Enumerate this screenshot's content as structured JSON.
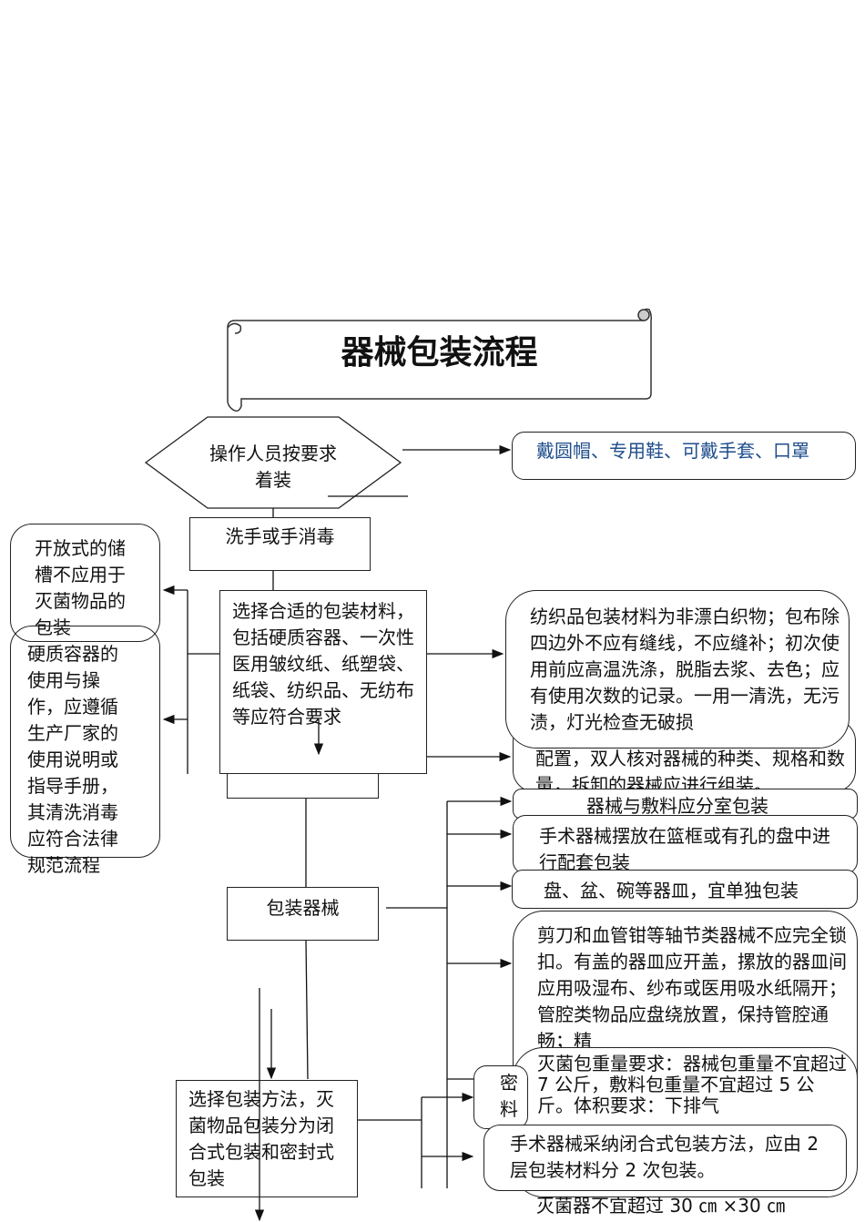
{
  "title": "器械包装流程",
  "steps": {
    "dress": "操作人员按要求着装",
    "wash": "洗手或手消毒",
    "materials": "选择合适的包装材料，包括硬质容器、一次性医用皱纹纸、纸塑袋、纸袋、纺织品、无纺布等应符合要求",
    "pack": "包装器械",
    "method": "选择包装方法，灭菌物品包装分为闭合式包装和密封式包装"
  },
  "notes": {
    "dress_items": "戴圆帽、专用鞋、可戴手套、口罩",
    "open_tank": "开放式的储槽不应用于灭菌物品的包装",
    "hard_container": "硬质容器的使用与操作，应遵循生产厂家的使用说明或指导手册，其清洗消毒应符合法律规范流程",
    "textile": "纺织品包装材料为非漂白织物；包布除四边外不应有缝线，不应缝补；初次使用前应高温洗涤，脱脂去浆、去色；应有使用次数的记录。一用一清洗，无污渍，灯光检查无破损",
    "config": "配置，双人核对器械的种类、规格和数量，拆卸的器械应进行组装。",
    "separate": "器械与敷料应分室包装",
    "basket": "手术器械摆放在篮框或有孔的盘中进行配套包装",
    "dishes": "盘、盆、碗等器皿，宜单独包装",
    "joints": "剪刀和血管钳等轴节类器械不应完全锁扣。有盖的器皿应开盖，摞放的器皿间应用吸湿布、纱布或医用吸水纸隔开；管腔类物品应盘绕放置，保持管腔通畅；精",
    "hidden_box": "密料",
    "weight": "灭菌包重量要求：器械包重量不宜超过 7 公斤，敷料包重量不宜超过 5 公斤。体积要求：下排气",
    "size": "灭菌器不宜超过 30 ㎝ ×30 ㎝",
    "closed": "手术器械采纳闭合式包装方法，应由 2 层包装材料分 2 次包装。"
  },
  "colors": {
    "note_blue": "#1f4e8c"
  }
}
